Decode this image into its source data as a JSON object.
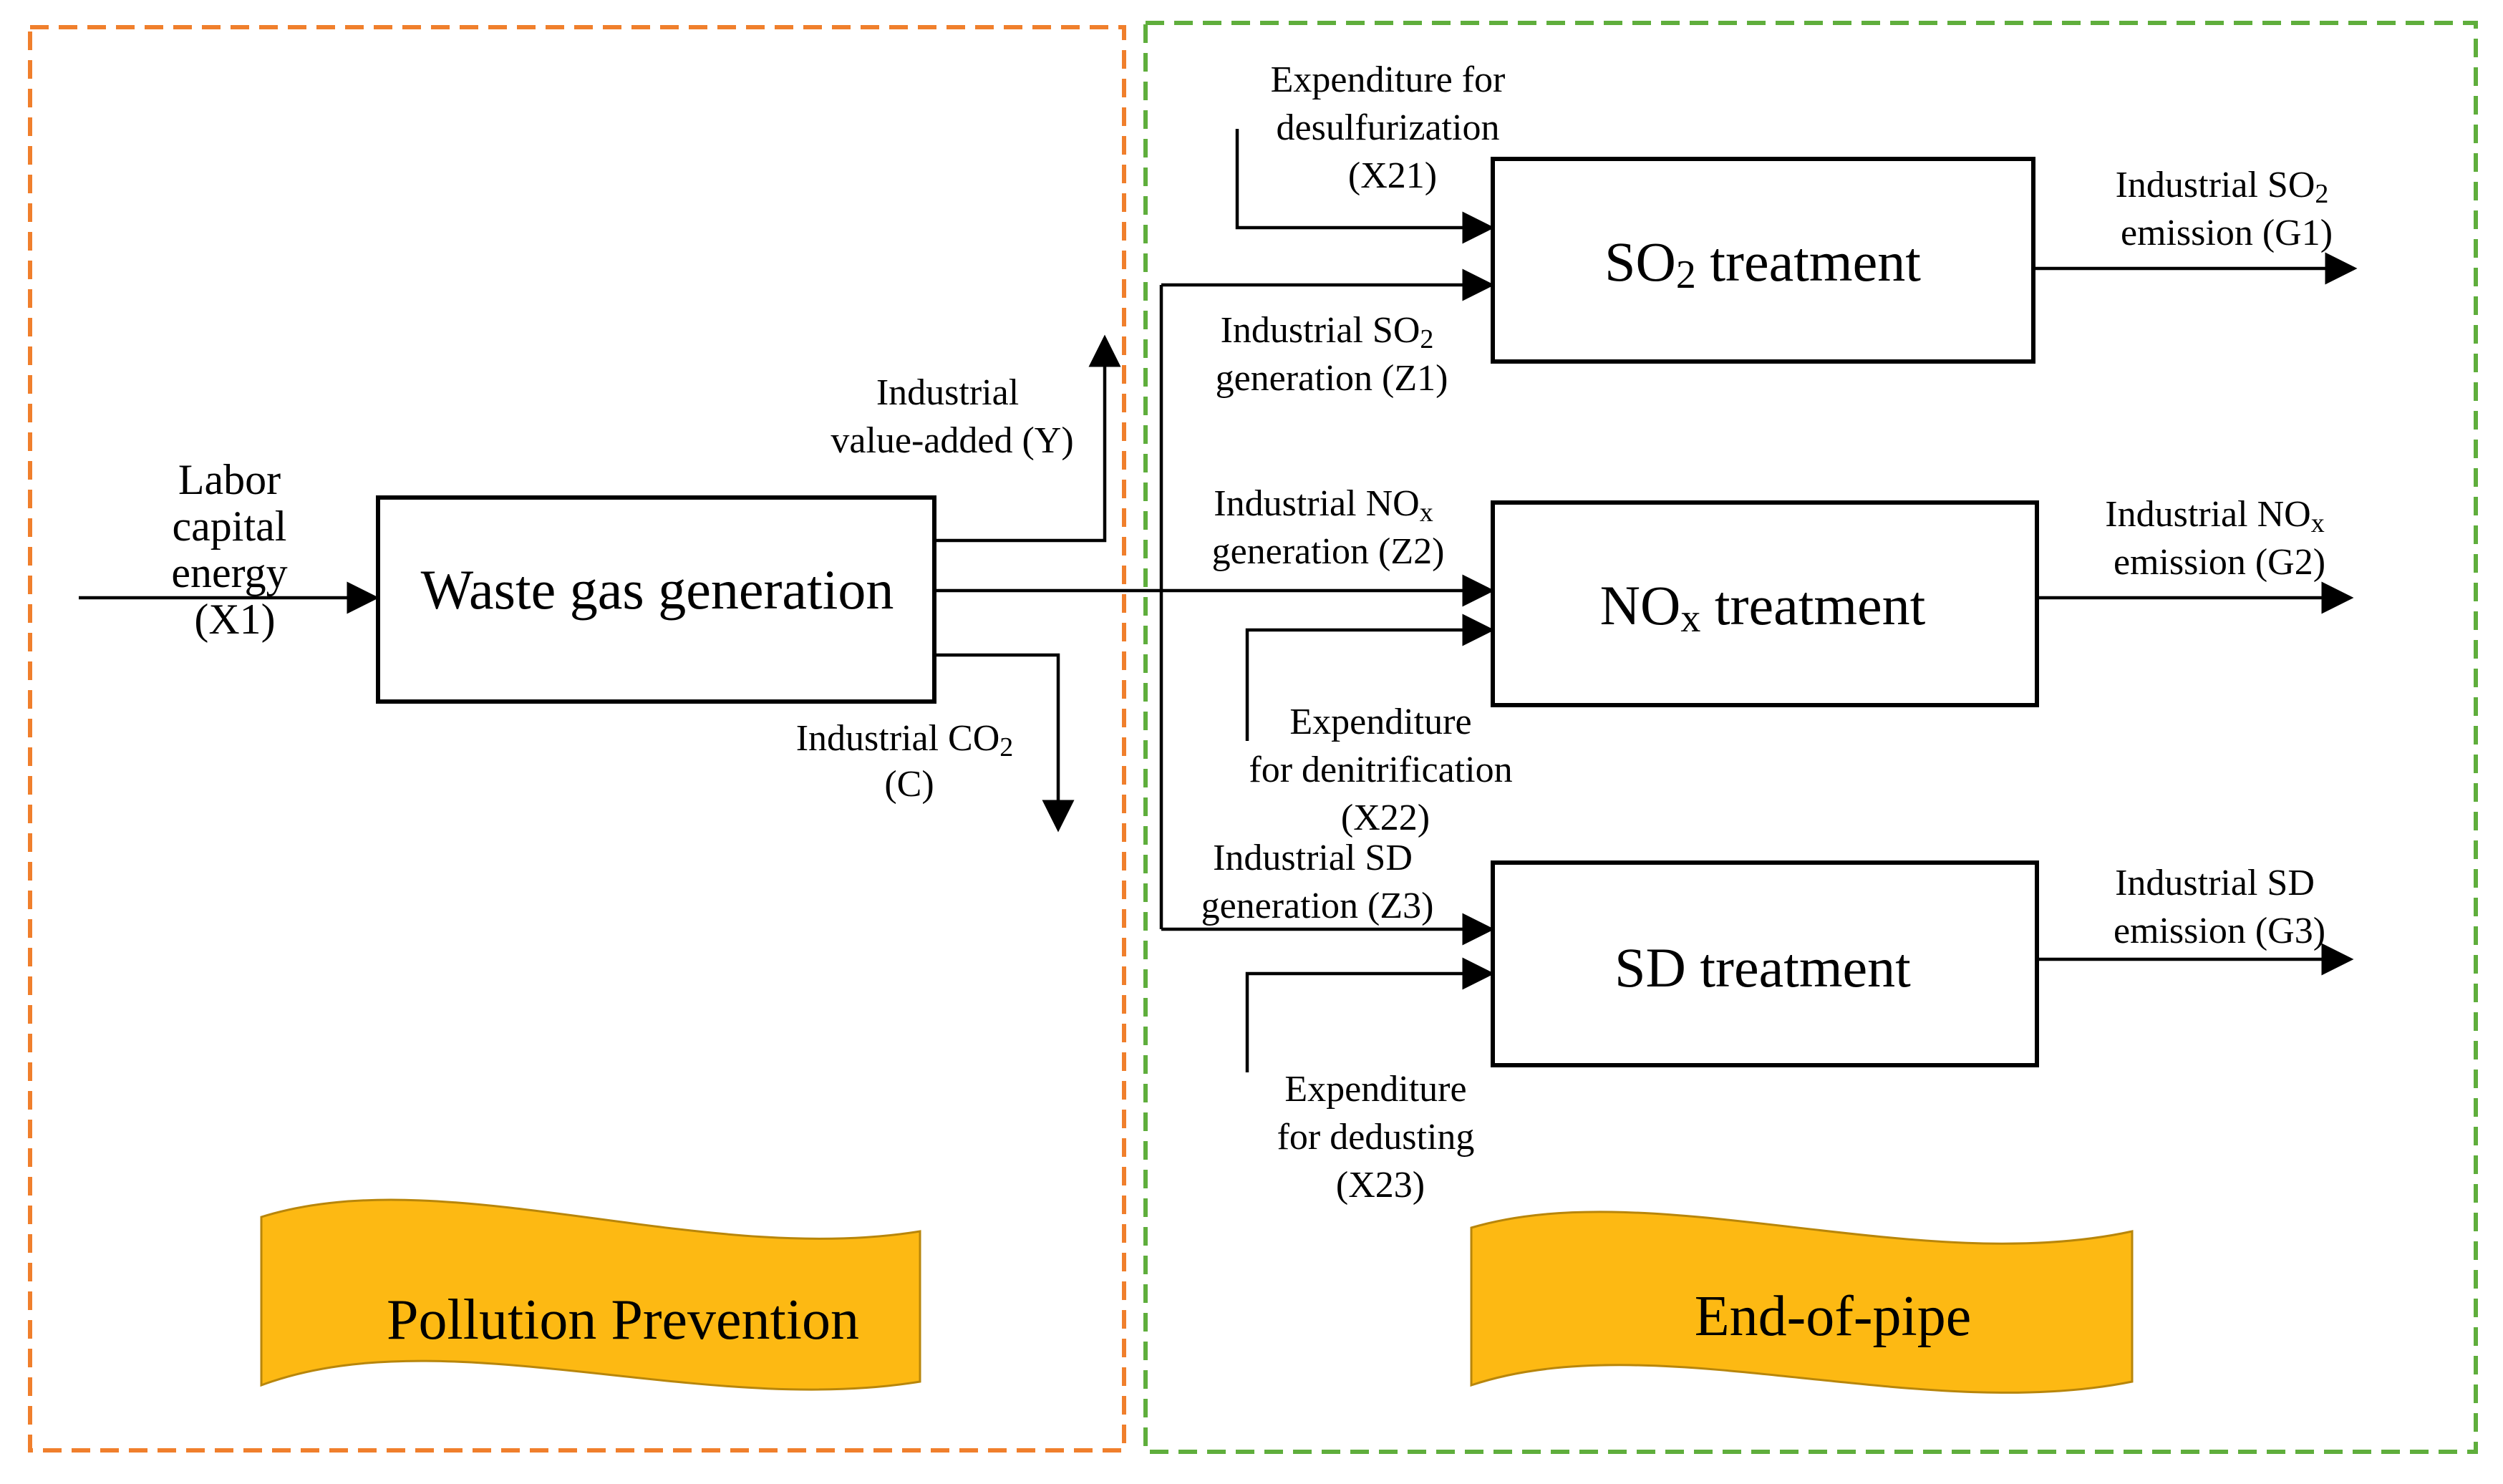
{
  "regions": {
    "left_banner": "Pollution Prevention",
    "right_banner": "End-of-pipe",
    "left_border_color": "#F07F2C",
    "right_border_color": "#5FAE3C",
    "banner_color": "#FDB913"
  },
  "nodes": {
    "waste_gas": "Waste gas generation",
    "so2": {
      "pre": "SO",
      "sub": "2",
      "post": " treatment"
    },
    "nox": {
      "pre": "NO",
      "sub": "x",
      "post": " treatment"
    },
    "sd": "SD treatment"
  },
  "inputs": {
    "x1": [
      "Labor",
      "capital",
      "energy",
      "(X1)"
    ],
    "x21": [
      "Expenditure for",
      "desulfurization",
      "(X21)"
    ],
    "x22": [
      "Expenditure",
      "for denitrification",
      "(X22)"
    ],
    "x23": [
      "Expenditure",
      "for dedusting",
      "(X23)"
    ]
  },
  "outputs": {
    "y": [
      "Industrial",
      "value-added (Y)"
    ],
    "c": {
      "l1_pre": "Industrial CO",
      "l1_sub": "2",
      "l2": "(C)"
    },
    "z1": {
      "l1_pre": "Industrial SO",
      "l1_sub": "2",
      "l2": "generation (Z1)"
    },
    "z2": {
      "l1_pre": "Industrial NO",
      "l1_sub": "x",
      "l2": "generation (Z2)"
    },
    "z3": [
      "Industrial SD",
      "generation (Z3)"
    ],
    "g1": {
      "l1_pre": "Industrial SO",
      "l1_sub": "2",
      "l2": "emission (G1)"
    },
    "g2": {
      "l1_pre": "Industrial NO",
      "l1_sub": "x",
      "l2": "emission (G2)"
    },
    "g3": [
      "Industrial SD",
      "emission (G3)"
    ]
  }
}
